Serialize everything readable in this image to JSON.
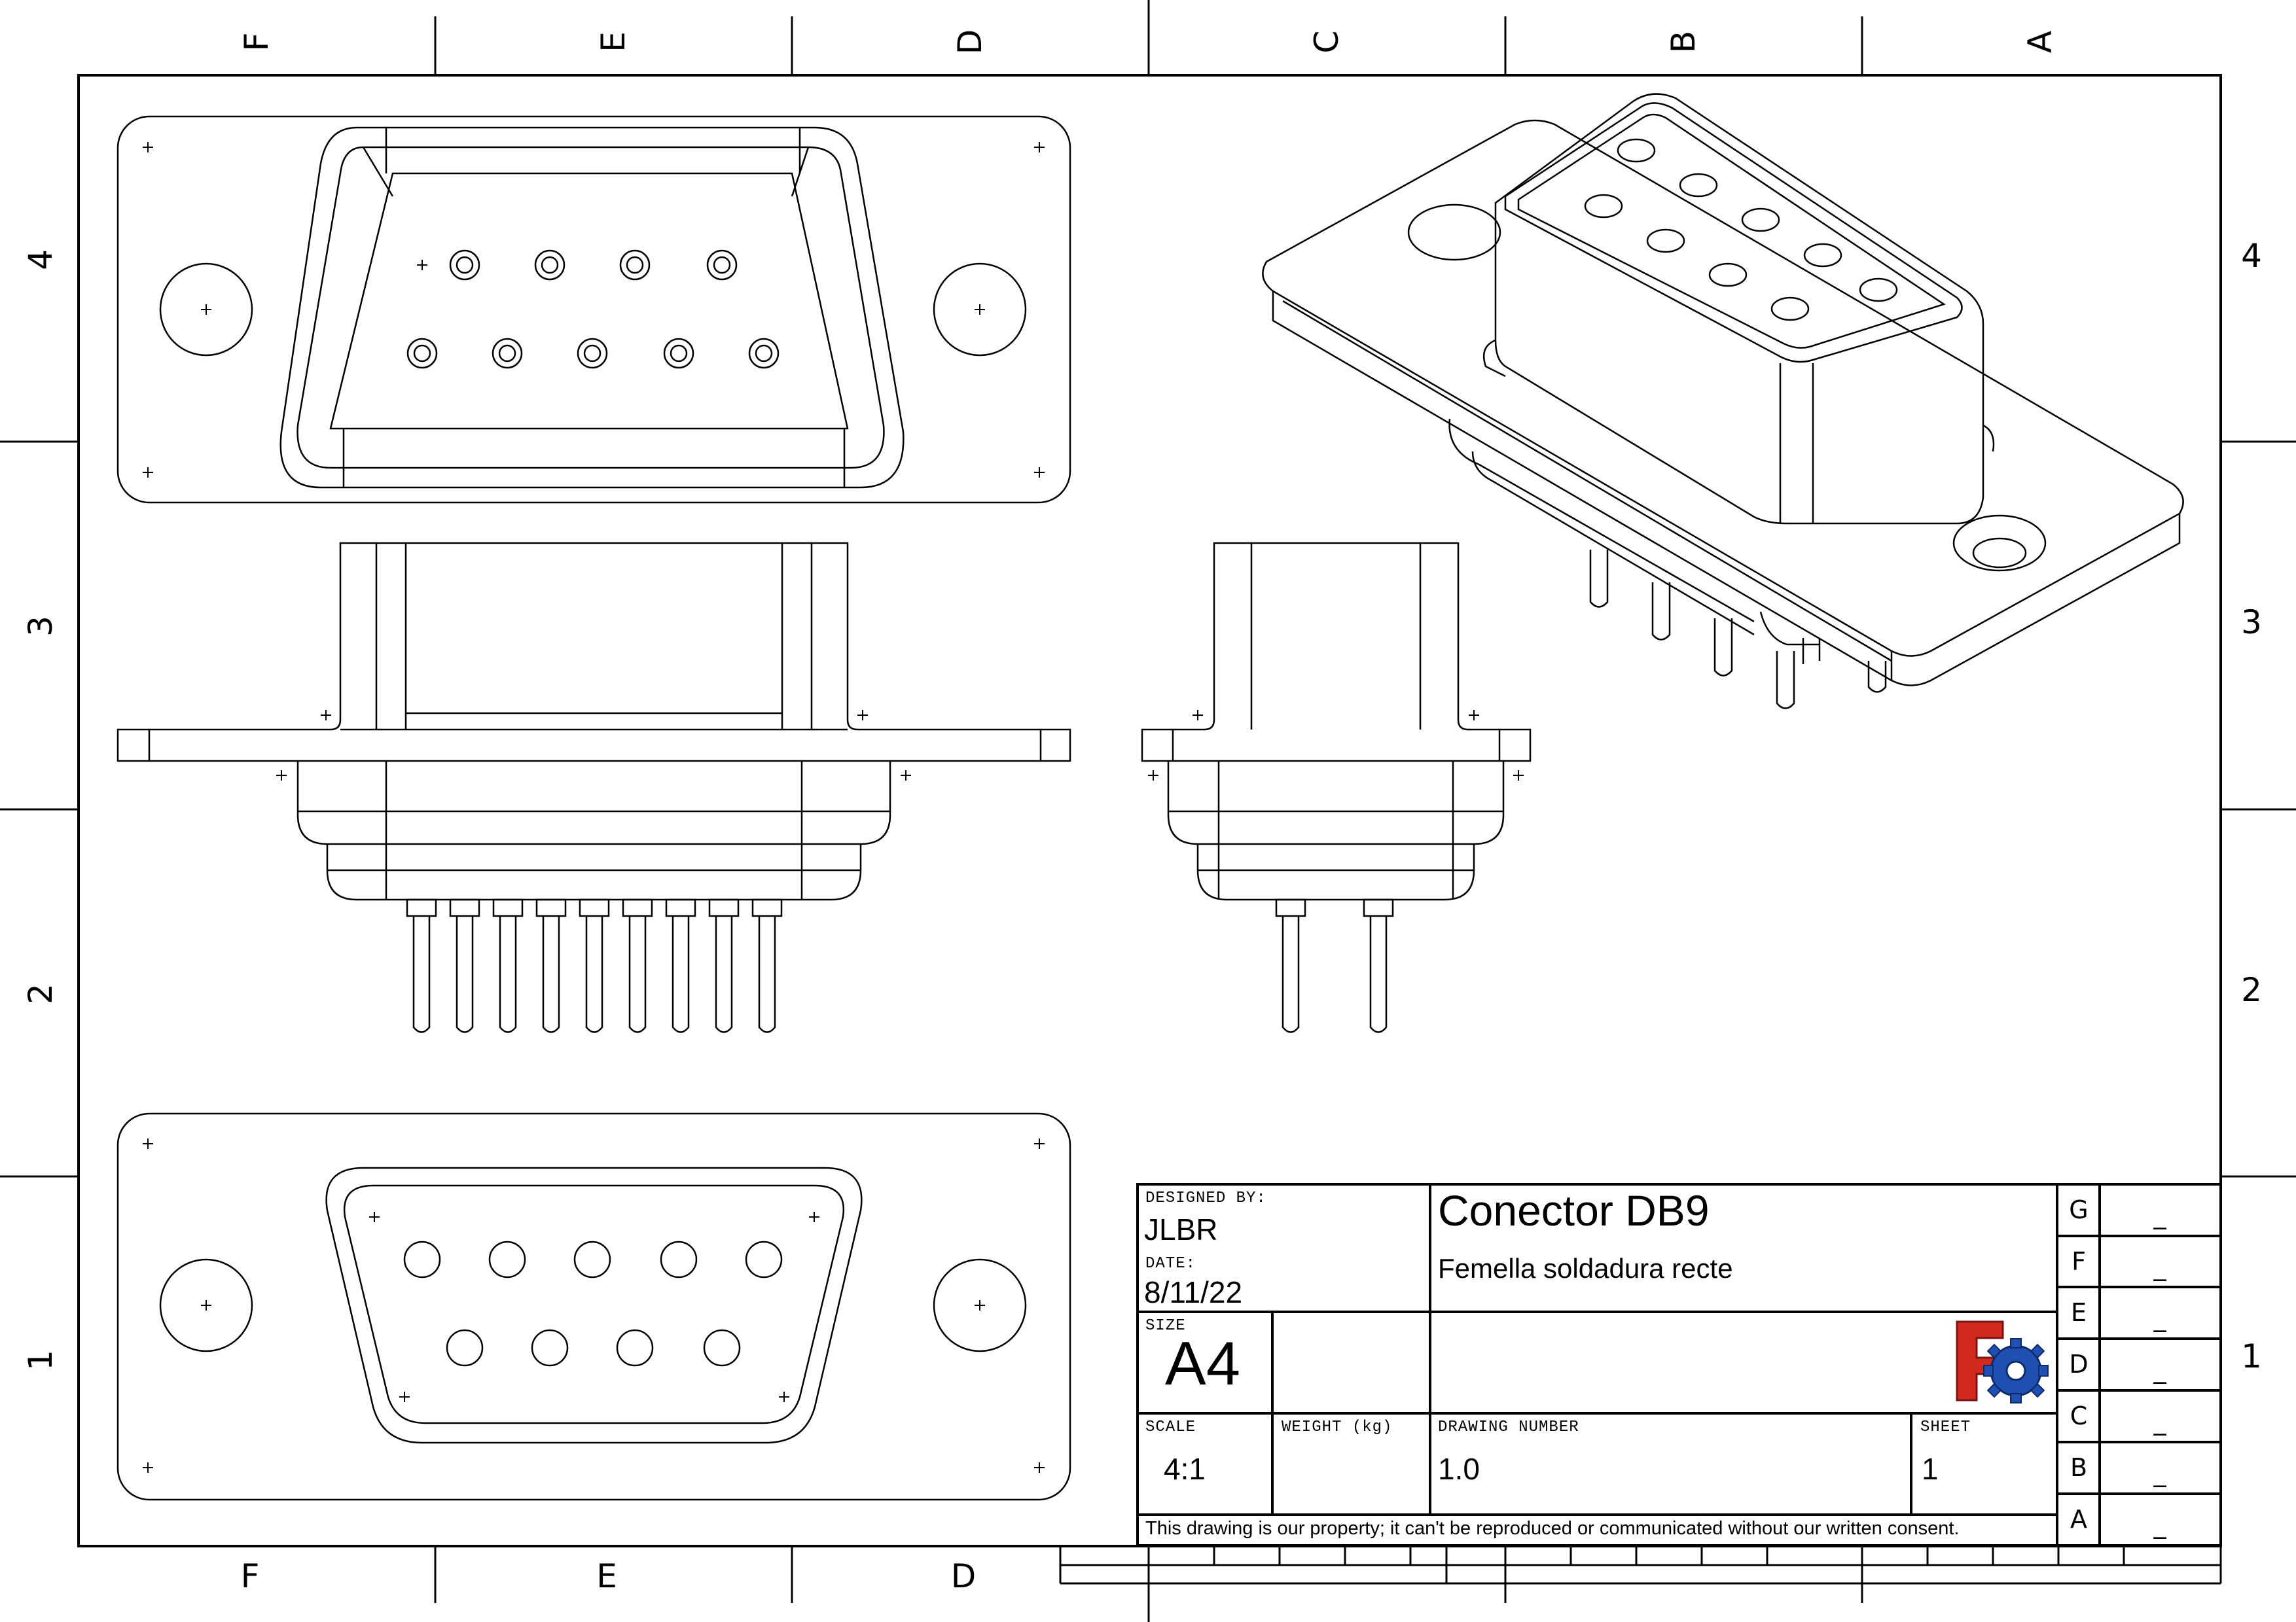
{
  "frame": {
    "top_zones": [
      "F",
      "E",
      "D",
      "C",
      "B",
      "A"
    ],
    "bottom_zones": [
      "F",
      "E",
      "D"
    ],
    "left_zones": [
      "4",
      "3",
      "2",
      "1"
    ],
    "right_zones": [
      "4",
      "3",
      "2",
      "1"
    ]
  },
  "title_block": {
    "designed_by_label": "DESIGNED BY:",
    "designed_by": "JLBR",
    "date_label": "DATE:",
    "date": "8/11/22",
    "title": "Conector DB9",
    "subtitle": "Femella soldadura recte",
    "size_label": "SIZE",
    "size": "A4",
    "scale_label": "SCALE",
    "scale": "4:1",
    "weight_label": "WEIGHT (kg)",
    "weight": "",
    "drawing_number_label": "DRAWING NUMBER",
    "drawing_number": "1.0",
    "sheet_label": "SHEET",
    "sheet": "1",
    "disclaimer": "This drawing is our property; it can't be reproduced or communicated without our written consent.",
    "logo_letter": "F",
    "revisions": [
      {
        "letter": "G",
        "value": "_"
      },
      {
        "letter": "F",
        "value": "_"
      },
      {
        "letter": "E",
        "value": "_"
      },
      {
        "letter": "D",
        "value": "_"
      },
      {
        "letter": "C",
        "value": "_"
      },
      {
        "letter": "B",
        "value": "_"
      },
      {
        "letter": "A",
        "value": "_"
      }
    ]
  },
  "colors": {
    "line": "#000000",
    "logo_red": "#d22a1e",
    "logo_blue": "#1f4fb3"
  }
}
